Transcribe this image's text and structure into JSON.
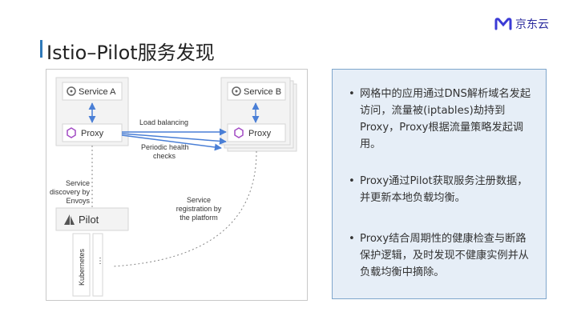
{
  "logo": {
    "text": "京东云",
    "accent": "#2b2b9e"
  },
  "title": "Istio–Pilot服务发现",
  "diagram": {
    "service_a": "Service A",
    "service_b": "Service B",
    "proxy_a": "Proxy",
    "proxy_b": "Proxy",
    "load_balancing": "Load balancing",
    "health_line1": "Periodic health",
    "health_line2": "checks",
    "discovery_line1": "Service",
    "discovery_line2": "discovery by",
    "discovery_line3": "Envoys",
    "registration_line1": "Service",
    "registration_line2": "registration by",
    "registration_line3": "the platform",
    "pilot": "Pilot",
    "kubernetes": "Kubernetes",
    "ellipsis": "⋮",
    "colors": {
      "arrow": "#4a7fd6",
      "proxy_icon": "#a24bc4"
    }
  },
  "bullets": [
    "网格中的应用通过DNS解析域名发起访问，流量被(iptables)劫持到Proxy，Proxy根据流量策略发起调用。",
    "Proxy通过Pilot获取服务注册数据，并更新本地负载均衡。",
    "Proxy结合周期性的健康检查与断路保护逻辑，及时发现不健康实例并从负载均衡中摘除。"
  ]
}
